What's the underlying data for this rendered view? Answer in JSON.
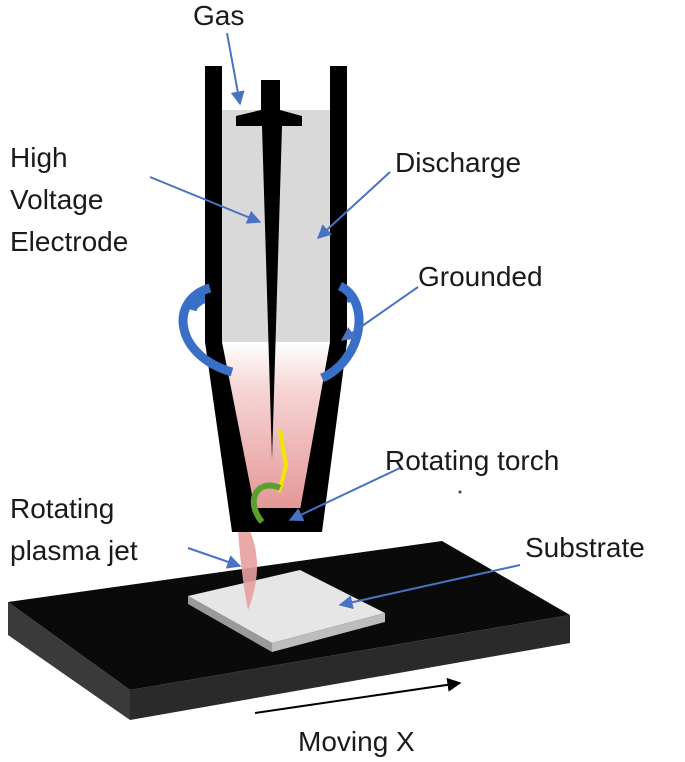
{
  "labels": {
    "gas": "Gas",
    "high_voltage_electrode": [
      "High",
      "Voltage",
      "Electrode"
    ],
    "discharge": "Discharge",
    "grounded": "Grounded",
    "rotating_torch": "Rotating torch",
    "rotating_plasma_jet": [
      "Rotating",
      "plasma jet"
    ],
    "substrate": "Substrate",
    "moving_x": "Moving X"
  },
  "colors": {
    "arrow": "#4a72c4",
    "ring": "#3a6fc8",
    "torch_body": "#000000",
    "gas_fill": "#d9d9d9",
    "plasma": "#e8a0a0",
    "stage_top": "#0a0a0a",
    "stage_side": "#3a3a3a",
    "substrate_top": "#e6e6e6",
    "substrate_side": "#9a9a9a",
    "spark": "#f2e600",
    "rotating_arc": "#5aa02c"
  }
}
